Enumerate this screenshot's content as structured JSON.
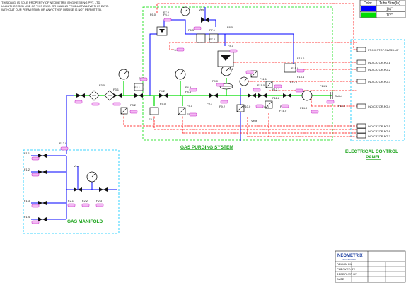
{
  "header": {
    "notice_lines": [
      "THIS DWG. IS SOLE PROPERTY OF NEOMETRIX ENGINEERING PVT. LTD.",
      "UNAUTHORISED USE OF THIS DWG. OR MAKING PRODUCT ABOVE THIS DWG.",
      "WITHOUT OUR PERMISSION OR ANY OTHER MISUSE IS NOT PERMITTED."
    ]
  },
  "legend": {
    "col_color": "Color",
    "col_size": "Tube Size(In)",
    "rows": [
      {
        "color": "#0000ff",
        "size": "1/4\""
      },
      {
        "color": "#00dd00",
        "size": "1/2\""
      }
    ]
  },
  "sections": {
    "purging": "GAS PURGING SYSTEM",
    "manifold": "GAS MANIFOLD",
    "panel_l1": "ELECTRICAL CONTROL",
    "panel_l2": "PANEL"
  },
  "labels": {
    "vent_top": "Vent",
    "vent_bottom": "Vent",
    "vent_manifold": "Vent",
    "outlet": "Outlet",
    "f12": "F12.0",
    "f11": "F1.1",
    "f12b": "F1.2",
    "f13": "F1.3",
    "f14": "F1.4",
    "f21": "F2.1",
    "f22": "F2.2",
    "f23": "F2.3",
    "f30": "F3.0",
    "f31": "F3.1",
    "f32": "F3.2",
    "f35": "F3.5",
    "f40": "F4.0",
    "f41": "F4.1",
    "f42": "F4.2",
    "f43": "F4.3",
    "f44": "F4.4",
    "f50": "F5.0",
    "f51": "F5.1",
    "f52": "F5.2",
    "f60": "F6.0",
    "f61": "F6.1",
    "f62": "F6.2",
    "f63": "F6.3",
    "f70": "F7.0",
    "f71": "F7.1",
    "f72": "F7.2",
    "f80": "F8.0",
    "f81": "F8.1",
    "f82": "F8.2",
    "f83": "F8.3",
    "f90": "F9.0",
    "f91": "F9.1",
    "f92": "F9.2",
    "f100": "F10.0",
    "f110": "F11.0",
    "f111": "F11.1",
    "f112": "F11.2",
    "f120": "F12.0",
    "f121": "F12.1",
    "f122": "F12.2",
    "f123": "F12.3",
    "f130": "F13.0",
    "f131": "F13.1",
    "f140": "F14.0",
    "f141": "F14.1",
    "f142": "F14.2",
    "f150": "F15.0",
    "f151": "F15.1",
    "f160": "F16.0"
  },
  "signals": [
    "PROX.STOP.CLASS.UP",
    "INDICATOR.PG.1",
    "INDICATOR.PG.2",
    "INDICATOR.PG.3",
    "INDICATOR.PG.4",
    "INDICATOR.PG.5",
    "INDICATOR.PG.6",
    "INDICATOR.PG.7"
  ],
  "title_block": {
    "logo": "NEOMETRIX",
    "logo_sub": "ENGINEERING",
    "rows": [
      "DRAWN BY",
      "CHECKED BY",
      "APPROVED BY",
      "DATE"
    ]
  },
  "colors": {
    "blue": "#0000ff",
    "green": "#00dd00",
    "red": "#ff0000",
    "boundary": "#00c8ff",
    "section_label": "#1aa31a",
    "tag_fill": "#f3b8f3"
  }
}
